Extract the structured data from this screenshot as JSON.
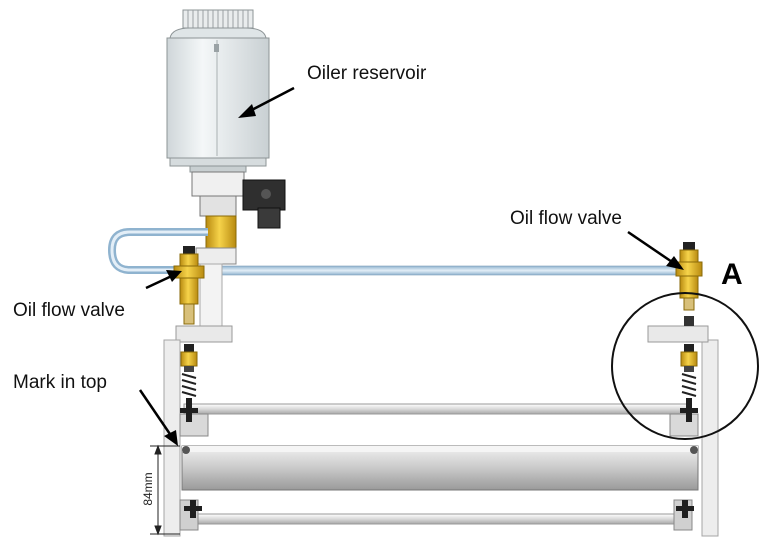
{
  "labels": {
    "oiler_reservoir": "Oiler reservoir",
    "oil_flow_valve_right": "Oil flow valve",
    "oil_flow_valve_left": "Oil flow valve",
    "mark_in_top": "Mark in top",
    "detail_marker": "A",
    "dimension": "84mm"
  },
  "colors": {
    "valve_brass": "#e2b21a",
    "tube": "#b9d2e6",
    "reservoir": "#e3e8ea",
    "frame": "#e6e6e6",
    "black_parts": "#2a2a2a"
  }
}
